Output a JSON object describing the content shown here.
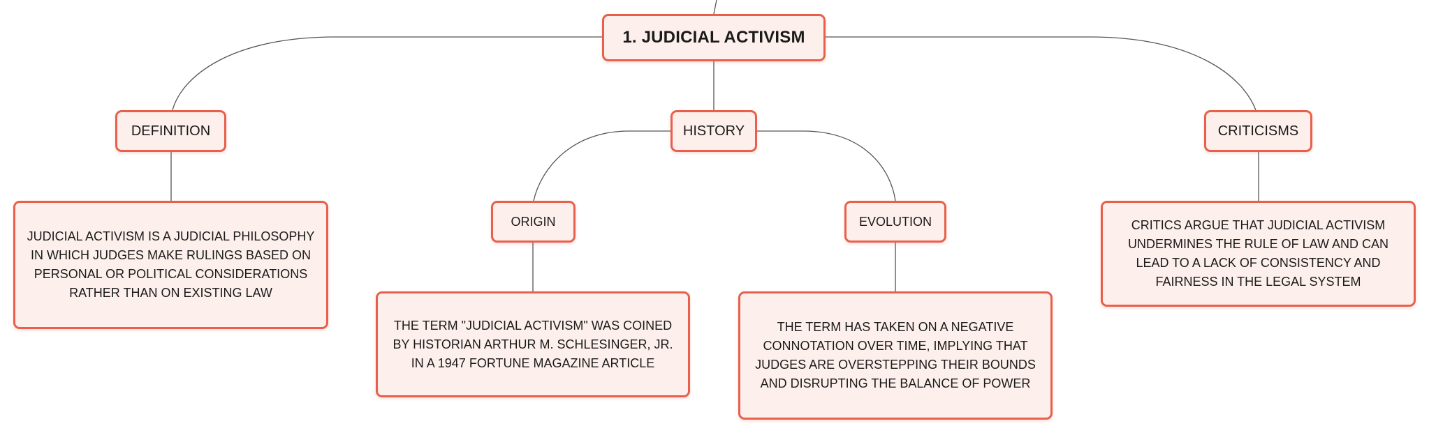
{
  "diagram": {
    "title": "1. JUDICIAL ACTIVISM",
    "nodes": {
      "definition": "DEFINITION",
      "definition_text": "JUDICIAL ACTIVISM IS A JUDICIAL PHILOSOPHY IN WHICH JUDGES MAKE RULINGS BASED ON PERSONAL OR POLITICAL CONSIDERATIONS RATHER THAN ON EXISTING LAW",
      "history": "HISTORY",
      "origin": "ORIGIN",
      "origin_text": "THE TERM \"JUDICIAL ACTIVISM\" WAS COINED BY HISTORIAN ARTHUR M. SCHLESINGER, JR. IN A 1947 FORTUNE MAGAZINE ARTICLE",
      "evolution": "EVOLUTION",
      "evolution_text": "THE TERM HAS TAKEN ON A NEGATIVE CONNOTATION OVER TIME, IMPLYING THAT JUDGES ARE OVERSTEPPING THEIR BOUNDS AND DISRUPTING THE BALANCE OF POWER",
      "criticisms": "CRITICISMS",
      "criticisms_text": "CRITICS ARGUE THAT JUDICIAL ACTIVISM UNDERMINES THE RULE OF LAW AND CAN LEAD TO A LACK OF CONSISTENCY AND FAIRNESS IN THE LEGAL SYSTEM"
    },
    "colors": {
      "node_border": "#e8604c",
      "node_fill": "#fdf0ec",
      "connector": "#555555"
    }
  }
}
